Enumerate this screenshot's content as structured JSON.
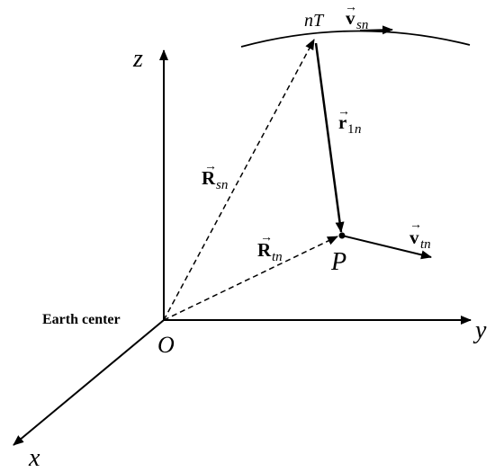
{
  "axes": {
    "z_label": "z",
    "y_label": "y",
    "x_label": "x",
    "origin_label": "O",
    "origin_caption": "Earth center"
  },
  "points": {
    "satellite_label": "nT",
    "target_label": "P"
  },
  "vectors": {
    "v_sn": {
      "letter": "v",
      "sub": "sn",
      "arrow": "→"
    },
    "r_1n": {
      "letter": "r",
      "sub_num": "1",
      "sub": "n",
      "arrow": "→"
    },
    "R_sn": {
      "letter": "R",
      "sub": "sn",
      "arrow": "→"
    },
    "R_tn": {
      "letter": "R",
      "sub": "tn",
      "arrow": "→"
    },
    "v_tn": {
      "letter": "v",
      "sub": "tn",
      "arrow": "→"
    }
  },
  "colors": {
    "line": "#000000",
    "background": "#ffffff"
  }
}
